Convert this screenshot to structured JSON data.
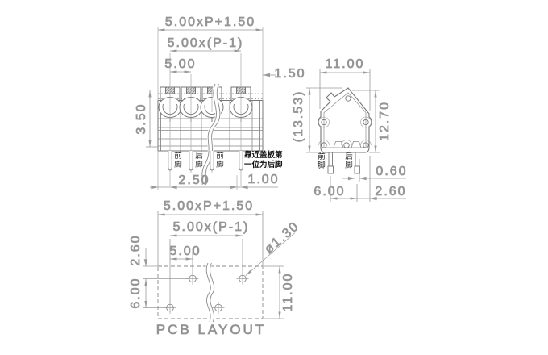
{
  "colors": {
    "background": "#ffffff",
    "part_line": "#777777",
    "dim_line": "#9a9a9a",
    "dim_text": "#8f8f8f",
    "note_text": "#111111"
  },
  "front_view": {
    "dim_overall": "5.00xP+1.50",
    "dim_pin_span": "5.00x(P-1)",
    "dim_pitch": "5.00",
    "dim_edge": "1.50",
    "dim_height": "3.50",
    "dim_first_pin": "2.50",
    "dim_last_pin": "1.00",
    "label_pin1": "前脚",
    "label_pin2": "后脚",
    "label_pin3": "前脚",
    "note_line1": "靠近盖板第",
    "note_line2": "一位为后脚"
  },
  "side_view": {
    "dim_width": "11.00",
    "dim_total_height": "(13.53)",
    "dim_body_height": "12.70",
    "dim_pin_width": "0.60",
    "dim_pin_spacing": "6.00",
    "dim_pin_edge": "2.60",
    "label_front_foot": "前脚",
    "label_rear_foot": "后脚"
  },
  "pcb_layout": {
    "title": "PCB LAYOUT",
    "dim_overall": "5.00xP+1.50",
    "dim_hole_span": "5.00x(P-1)",
    "dim_pitch": "5.00",
    "dim_row_offset": "2.60",
    "dim_row_spacing": "6.00",
    "dim_board_height": "11.00",
    "dim_hole_diameter": "ø1.30"
  }
}
